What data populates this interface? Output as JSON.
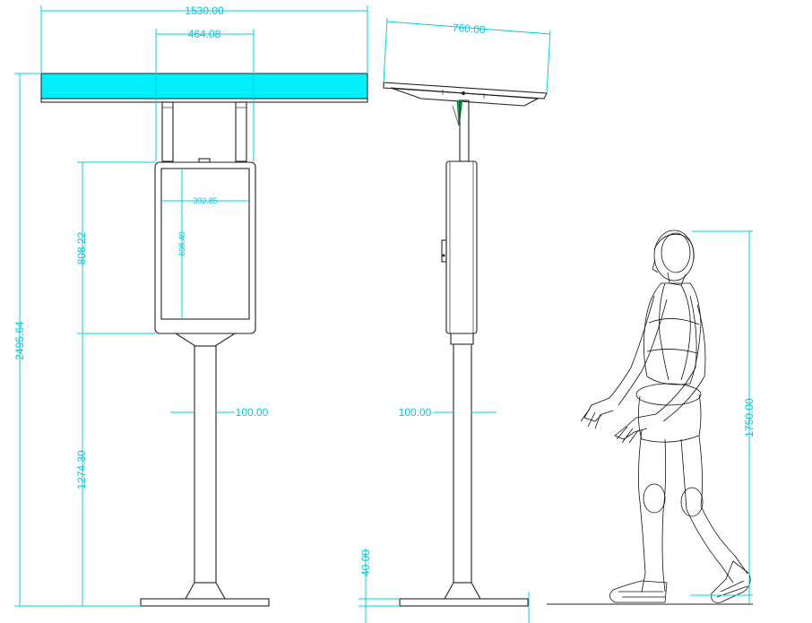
{
  "dimensions": {
    "roof_width": "1530.00",
    "pole_spacing": "464.08",
    "screen_width": "392.85",
    "screen_height": "698.40",
    "cabinet_height": "808.22",
    "total_height": "2495.64",
    "pole_height": "1274.30",
    "pole_diameter_front": "100.00",
    "pole_diameter_side": "100.00",
    "roof_depth": "760.00",
    "base_thickness": "40.00",
    "person_height": "1750.00"
  },
  "colors": {
    "dimension": "#00d0e0",
    "solar_panel": "#00f0ff",
    "outline": "#222222"
  }
}
